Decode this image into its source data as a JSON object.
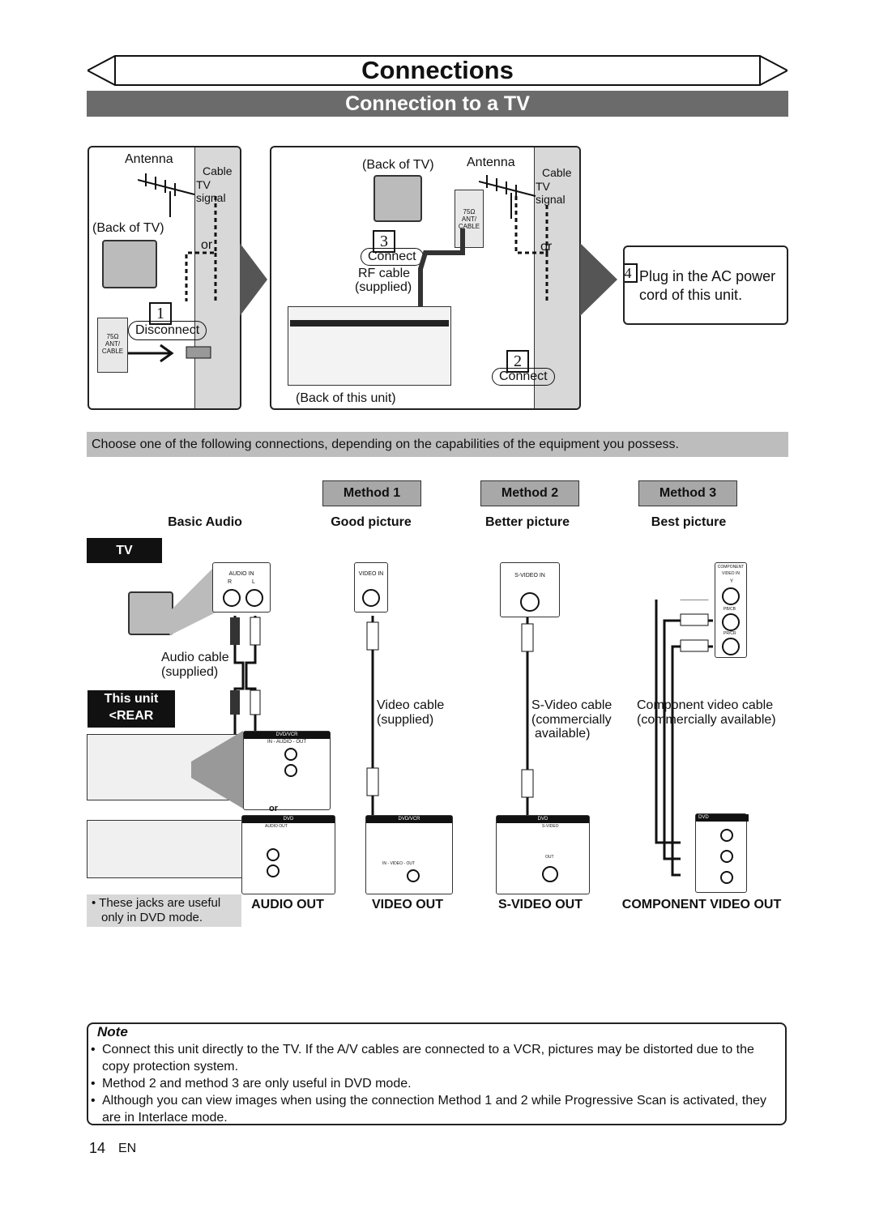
{
  "header": {
    "title": "Connections",
    "subtitle": "Connection to a TV"
  },
  "step1": {
    "antenna": "Antenna",
    "cable": "Cable",
    "tv_signal": "TV signal",
    "back_of_tv": "(Back of TV)",
    "or": "or",
    "step_num": "1",
    "action": "Disconnect",
    "jack_ohm": "75Ω",
    "jack_ant": "ANT/",
    "jack_cable": "CABLE"
  },
  "step23": {
    "back_of_tv": "(Back of TV)",
    "antenna": "Antenna",
    "cable": "Cable",
    "tv_signal": "TV signal",
    "jack_ohm": "75Ω",
    "jack_ant": "ANT/",
    "jack_cable": "CABLE",
    "step3_num": "3",
    "step3_action": "Connect",
    "rf_cable": "RF cable",
    "supplied": "(supplied)",
    "or": "or",
    "step2_num": "2",
    "step2_action": "Connect",
    "back_of_unit": "(Back of this unit)"
  },
  "step4": {
    "step_num": "4",
    "line1": "Plug in the AC power",
    "line2": "cord of this unit."
  },
  "choose_text": "Choose one of the following connections, depending on the capabilities of the equipment you possess.",
  "methods": [
    {
      "label": "Method 1",
      "quality": "Good picture"
    },
    {
      "label": "Method 2",
      "quality": "Better picture"
    },
    {
      "label": "Method 3",
      "quality": "Best picture"
    }
  ],
  "basic_audio": "Basic Audio",
  "tv_badge": "TV",
  "jack_labels": {
    "audio_in": "AUDIO IN",
    "r": "R",
    "l": "L",
    "video_in": "VIDEO IN",
    "s_video_in": "S-VIDEO IN",
    "component": "COMPONENT",
    "component_video_in": "VIDEO IN",
    "y": "Y",
    "pb": "PB/CB",
    "pr": "PR/CR",
    "dvd_vcr": "DVD/VCR",
    "dvd": "DVD",
    "in_audio_out": "IN - AUDIO - OUT",
    "in_video_out": "IN - VIDEO - OUT",
    "audio_out": "AUDIO OUT",
    "s_video": "S-VIDEO",
    "out": "OUT",
    "component_video_out": "COMPONENT VIDEO OUT"
  },
  "cables": {
    "audio_cable": "Audio cable",
    "audio_supplied": "(supplied)",
    "video_cable": "Video cable",
    "video_supplied": "(supplied)",
    "svideo_cable": "S-Video cable",
    "svideo_comm1": "(commercially",
    "svideo_comm2": "available)",
    "component_cable": "Component video cable",
    "component_comm": "(commercially available)"
  },
  "this_unit": {
    "line1": "This unit",
    "line2": "<REAR PANEL>"
  },
  "or_label": "or",
  "outputs": [
    "AUDIO OUT",
    "VIDEO OUT",
    "S-VIDEO OUT",
    "COMPONENT VIDEO OUT"
  ],
  "dvd_note": {
    "line1": "These jacks are useful",
    "line2": "only in DVD mode."
  },
  "note": {
    "title": "Note",
    "items": [
      "Connect this unit directly to the TV. If the A/V cables are connected to a VCR, pictures may be distorted due to the copy protection system.",
      "Method 2 and method 3 are only useful in DVD mode.",
      "Although you can view images when using the connection Method 1 and 2 while Progressive Scan is activated, they are in Interlace mode."
    ]
  },
  "footer": {
    "page": "14",
    "lang": "EN"
  }
}
